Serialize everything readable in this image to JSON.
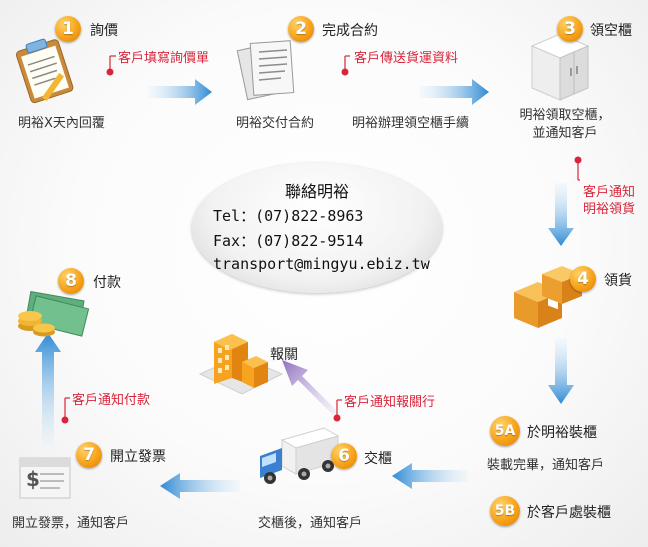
{
  "contact": {
    "title": "聯絡明裕",
    "tel": "Tel：(07)822-8963",
    "fax": "Fax：(07)822-9514",
    "email": "transport@mingyu.ebiz.tw"
  },
  "steps": [
    {
      "num": "1",
      "label": "詢價",
      "icon": "clipboard-icon",
      "desc": "明裕X天內回覆"
    },
    {
      "num": "2",
      "label": "完成合約",
      "icon": "documents-icon",
      "desc": "明裕交付合約"
    },
    {
      "num": "3",
      "label": "領空櫃",
      "icon": "container-cabinet-icon",
      "desc": "明裕領取空櫃，",
      "desc2": "並通知客戶"
    },
    {
      "num": "4",
      "label": "領貨",
      "icon": "boxes-icon"
    },
    {
      "num": "5A",
      "label": "於明裕裝櫃",
      "desc": "裝載完畢，通知客戶"
    },
    {
      "num": "5B",
      "label": "於客戶處裝櫃"
    },
    {
      "num": "6",
      "label": "交櫃",
      "icon": "truck-icon",
      "desc": "交櫃後，通知客戶"
    },
    {
      "num": "7",
      "label": "開立發票",
      "icon": "invoice-icon",
      "desc": "開立發票，通知客戶"
    },
    {
      "num": "8",
      "label": "付款",
      "icon": "money-icon"
    },
    {
      "label": "報關",
      "icon": "customs-building-icon"
    }
  ],
  "notes": {
    "fill_quote": "客戶填寫詢價單",
    "send_shipping": "客戶傳送貨運資料",
    "process_empty": "明裕辦理領空櫃手續",
    "notify_pickup_1": "客戶通知",
    "notify_pickup_2": "明裕領貨",
    "notify_customs": "客戶通知報關行",
    "notify_payment": "客戶通知付款"
  },
  "colors": {
    "badge": "#f7a21a",
    "note_red": "#d9253b",
    "arrow_blue": "#3f97d8",
    "arrow_purple": "#9b7fc2"
  }
}
